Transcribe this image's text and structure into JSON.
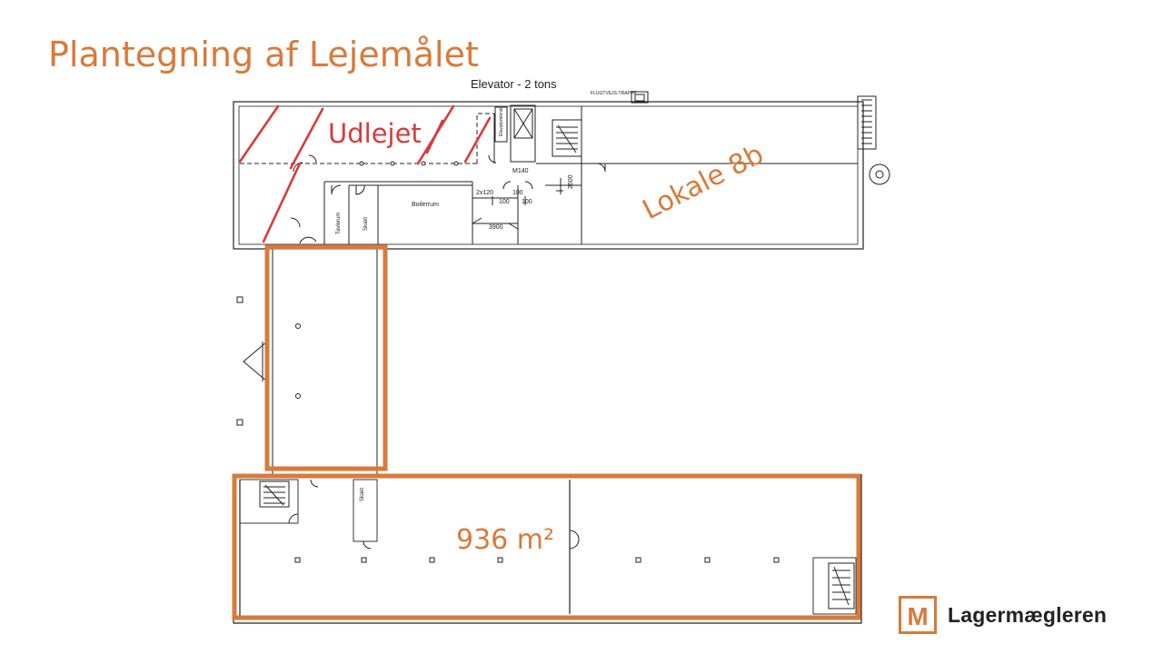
{
  "slide": {
    "title": "Plantegning af Lejemålet"
  },
  "floorplan": {
    "labels": {
      "elevator": "Elevator - 2 tons",
      "flugt": "FLUGTVEJS-TRAPPE",
      "elevatorteknik": "Elevatorteknik",
      "m140": "M140",
      "dim_2x120": "2x120",
      "dim_100_a": "100",
      "dim_100_b": "100",
      "dim_100_c": "100",
      "dim_2600": "2600",
      "dim_3900": "3900",
      "boilerrum": "Boilerrum",
      "tavlerum": "Tavlerum",
      "skakt_upper": "Skakt",
      "skakt_lower": "Skakt"
    },
    "udlejet": "Udlejet",
    "lokale": "Lokale 8b",
    "area": "936 m²",
    "colors": {
      "orange": "#D97A3A",
      "red": "#D93A3A",
      "line": "#222222"
    }
  },
  "brand": {
    "name": "Lagermægleren",
    "mark_letter": "M",
    "color": "#D97A3A"
  }
}
